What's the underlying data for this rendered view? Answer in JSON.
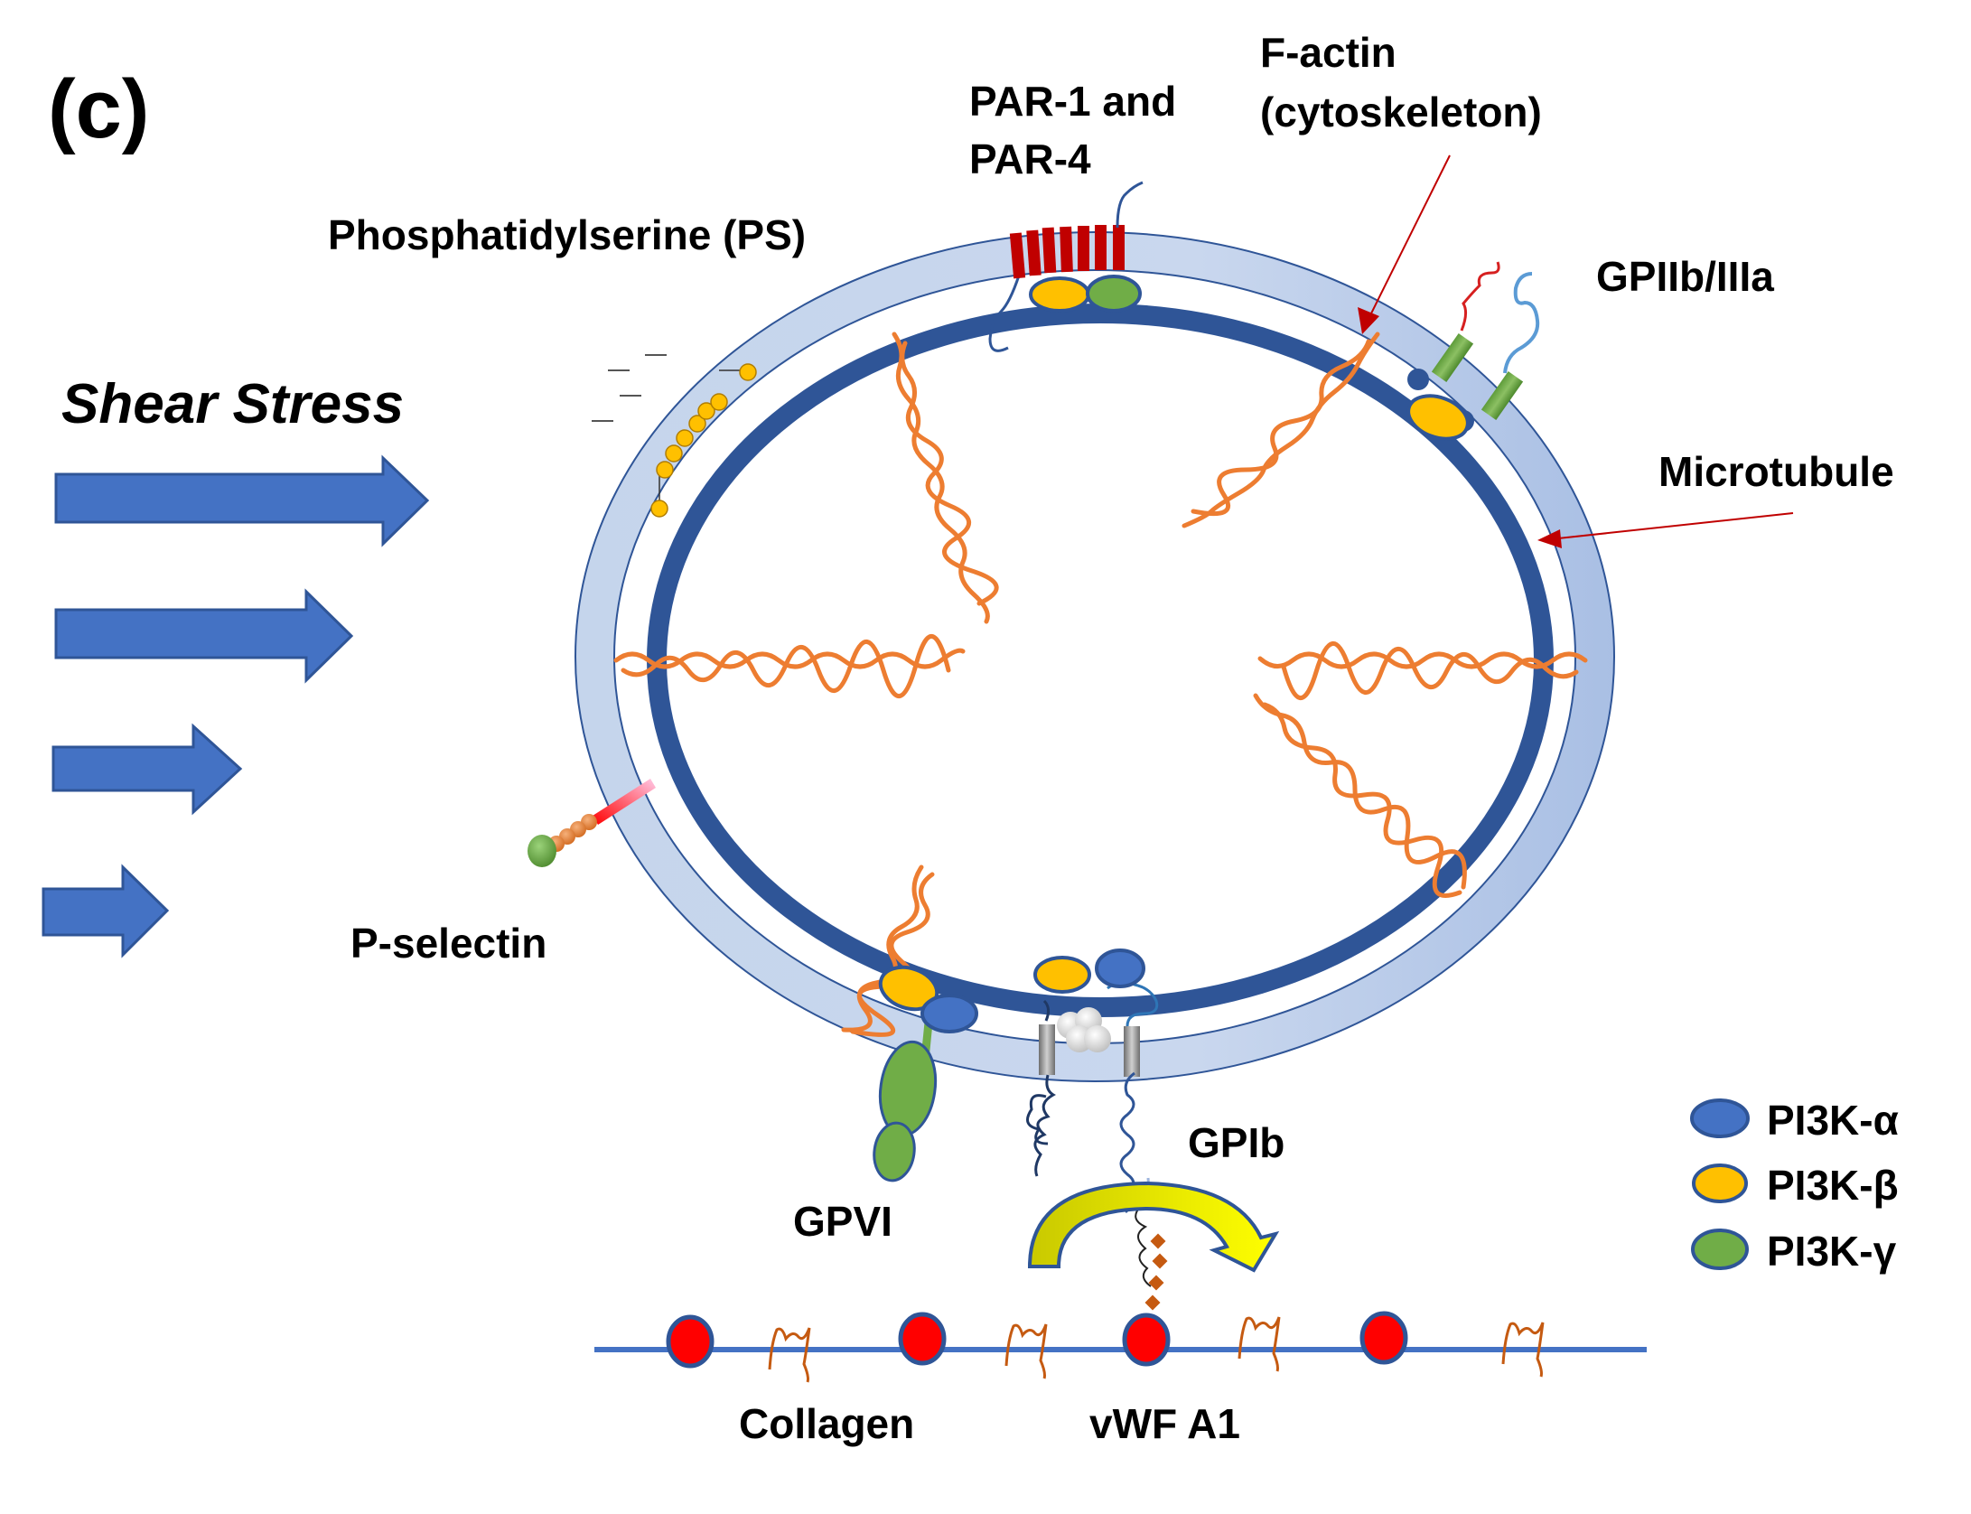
{
  "panel_label": "(c)",
  "shear": {
    "label": "Shear Stress",
    "arrow_count": 4,
    "arrow_color": "#4472C4"
  },
  "labels": {
    "phosphatidylserine": "Phosphatidylserine (PS)",
    "par_line1": "PAR-1 and",
    "par_line2": "PAR-4",
    "factin_line1": "F-actin",
    "factin_line2": "(cytoskeleton)",
    "gpiib": "GPIIb/IIIa",
    "microtubule": "Microtubule",
    "pselectin": "P-selectin",
    "gpvi": "GPVI",
    "gpib": "GPIb",
    "collagen": "Collagen",
    "vwf": "vWF A1"
  },
  "legend": {
    "items": [
      {
        "label": "PI3K-α",
        "color": "#4472C4"
      },
      {
        "label": "PI3K-β",
        "color": "#FFC000"
      },
      {
        "label": "PI3K-γ",
        "color": "#70AD47"
      }
    ]
  },
  "colors": {
    "membrane_fill": "#C5D5EC",
    "membrane_edge": "#2F5597",
    "microtubule": "#2F5597",
    "actin": "#ED7D31",
    "pointer_arrow": "#C00000",
    "par_receptor": "#C00000",
    "vwf_dot": "#FF0000",
    "collagen_line": "#4472C4",
    "collagen_fiber": "#C55A11"
  }
}
